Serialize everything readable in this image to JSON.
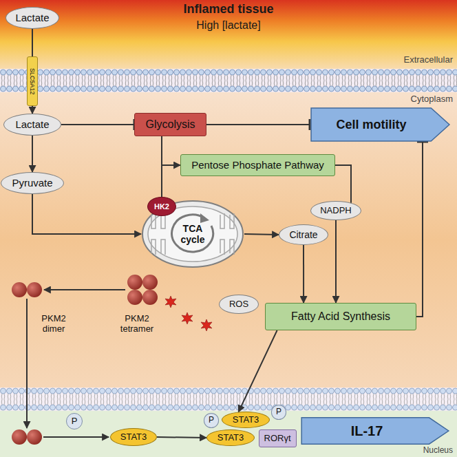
{
  "diagram": {
    "nodes": [
      {
        "text": [
          "Lactate"
        ]
      },
      {
        "text": [
          "SLC5A12"
        ]
      },
      {
        "text": [
          "Lactate"
        ]
      },
      {
        "text": [
          "Glycolysis"
        ]
      },
      {
        "text": [
          "Cell motility"
        ]
      },
      {
        "text": [
          "Pyruvate"
        ]
      },
      {
        "text": [
          "Pentose Phosphate Pathway"
        ]
      },
      {
        "text": [
          "NADPH"
        ]
      },
      {
        "text": [
          "HK2"
        ]
      },
      {
        "text": [
          "TCA cycle"
        ]
      },
      {
        "text": [
          "Citrate"
        ]
      },
      {
        "text": [
          "ROS"
        ]
      },
      {
        "text": [
          "Fatty Acid Synthesis"
        ]
      },
      {
        "text": [
          "P"
        ]
      },
      {
        "text": [
          "STAT3"
        ]
      },
      {
        "text": [
          "P"
        ]
      },
      {
        "text": [
          "STAT3"
        ]
      },
      {
        "text": [
          "P"
        ]
      },
      {
        "text": [
          "STAT3"
        ]
      },
      {
        "text": [
          "RORγt"
        ]
      },
      {
        "text": [
          "IL-17"
        ]
      }
    ],
    "edges": [
      {
        "from": 0,
        "to": 1,
        "arrow": "none"
      },
      {
        "from": 1,
        "to": 2,
        "arrow": "to"
      },
      {
        "from": 2,
        "to": 3,
        "arrow": "to"
      },
      {
        "from": 3,
        "to": 4,
        "arrow": "to"
      },
      {
        "from": 2,
        "to": 5,
        "arrow": "to"
      },
      {
        "from": 5,
        "to": 9,
        "arrow": "to"
      },
      {
        "from": 3,
        "to": 6,
        "arrow": "to"
      },
      {
        "from": 3,
        "to": 8,
        "arrow": "none"
      },
      {
        "from": 6,
        "to": 7,
        "arrow": "none"
      },
      {
        "from": 7,
        "to": 12,
        "arrow": "to"
      },
      {
        "from": 9,
        "to": 10,
        "arrow": "to"
      },
      {
        "from": 10,
        "to": 12,
        "arrow": "to"
      },
      {
        "from": 12,
        "to": 4,
        "arrow": "to"
      },
      {
        "from": 12,
        "to": 16,
        "arrow": "to"
      },
      {
        "from": 14,
        "to": 18,
        "arrow": "to"
      }
    ],
    "labels": [
      "Inflamed tissue",
      "High [lactate]",
      "Extracellular",
      "Cytoplasm",
      "PKM2 dimer",
      "PKM2 tetramer",
      "Nucleus"
    ]
  }
}
